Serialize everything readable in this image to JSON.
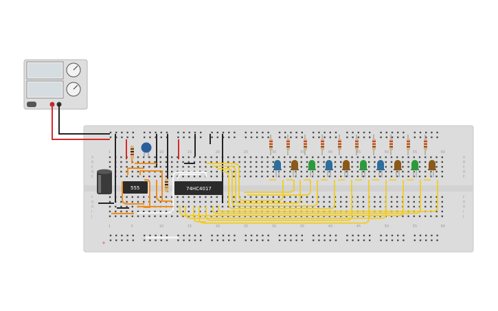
{
  "chips": {
    "timer": "555",
    "counter": "74HC4017"
  },
  "column_numbers": [
    "1",
    "5",
    "10",
    "15",
    "20",
    "25",
    "30",
    "35",
    "40",
    "45",
    "50",
    "55",
    "60"
  ],
  "row_letters": [
    "A",
    "B",
    "C",
    "D",
    "E",
    "F",
    "G",
    "H",
    "I",
    "J"
  ],
  "rail_marks": {
    "plus": "+"
  },
  "led_colors": [
    "blue",
    "orange",
    "green",
    "blue",
    "orange",
    "green",
    "blue",
    "orange",
    "green",
    "orange"
  ],
  "colors": {
    "board": "#dcdcdc",
    "wire_red": "#d62828",
    "wire_black": "#222222",
    "wire_orange": "#f08c1a",
    "wire_yellow": "#f2cc1f",
    "wire_white": "#f4f4f4",
    "led_blue": "#2d6e9c",
    "led_orange": "#8a5a1a",
    "led_green": "#2c9a3c",
    "chip": "#2b2b2b"
  }
}
